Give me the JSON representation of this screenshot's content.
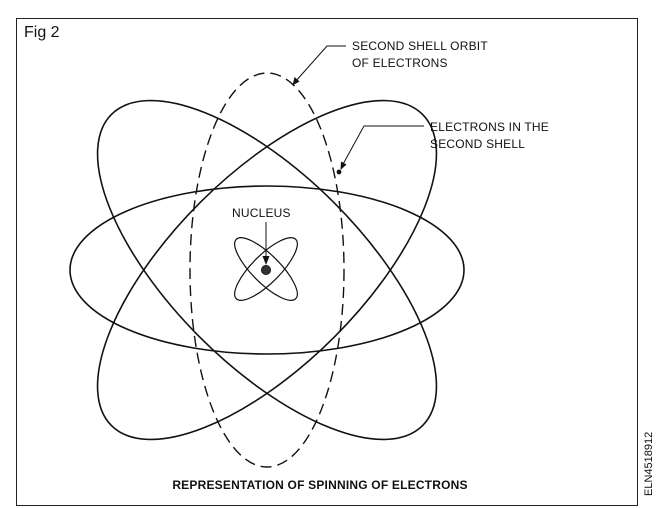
{
  "figure_label": "Fig 2",
  "labels": {
    "second_shell_orbit": [
      "SECOND SHELL ORBIT",
      "OF ELECTRONS"
    ],
    "electrons_second_shell": [
      "ELECTRONS IN THE",
      "SECOND SHELL"
    ],
    "nucleus": "NUCLEUS"
  },
  "caption": "REPRESENTATION OF SPINNING OF ELECTRONS",
  "figure_code": "ELN4518912",
  "colors": {
    "line": "#111111",
    "nucleus": "#333333"
  }
}
